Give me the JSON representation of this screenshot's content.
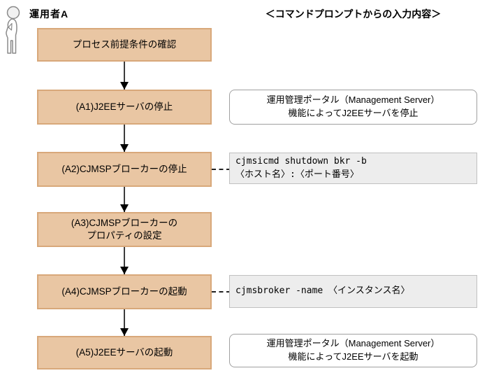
{
  "header": {
    "actor_label": "運用者A",
    "column_title": "＜コマンドプロンプトからの入力内容＞"
  },
  "colors": {
    "step_fill": "#e9c6a3",
    "step_border": "#d8a87a",
    "command_fill": "#ededed",
    "command_border": "#c0c0c0",
    "callout_border": "#a0a0a0"
  },
  "flow": {
    "steps": [
      {
        "line1": "プロセス前提条件の確認",
        "line2": ""
      },
      {
        "line1": "(A1)J2EEサーバの停止",
        "line2": ""
      },
      {
        "line1": "(A2)CJMSPブローカーの停止",
        "line2": ""
      },
      {
        "line1": "(A3)CJMSPブローカーの",
        "line2": "プロパティの設定"
      },
      {
        "line1": "(A4)CJMSPブローカーの起動",
        "line2": ""
      },
      {
        "line1": "(A5)J2EEサーバの起動",
        "line2": ""
      }
    ]
  },
  "annotations": [
    {
      "type": "callout",
      "line1": "運用管理ポータル（Management Server）",
      "line2": "機能によってJ2EEサーバを停止"
    },
    {
      "type": "command",
      "line1": "cjmsicmd shutdown bkr -b",
      "line2": "〈ホスト名〉:〈ポート番号〉"
    },
    {
      "type": "command",
      "line1": "cjmsbroker -name 〈インスタンス名〉",
      "line2": ""
    },
    {
      "type": "callout",
      "line1": "運用管理ポータル（Management Server）",
      "line2": "機能によってJ2EEサーバを起動"
    }
  ]
}
